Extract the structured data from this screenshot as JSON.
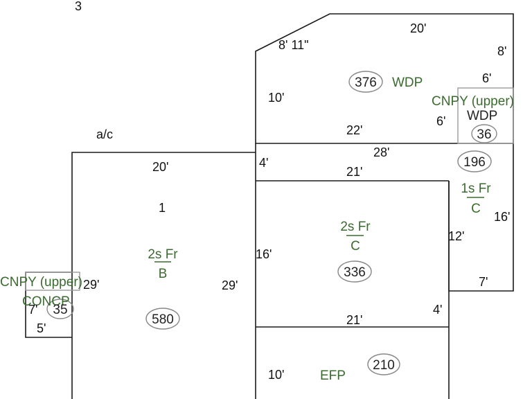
{
  "page_label": "3",
  "ac_label": "a/c",
  "areas": {
    "wdp_main": {
      "label": "WDP",
      "area": "376"
    },
    "wdp_small": {
      "label": "WDP",
      "area": "36"
    },
    "strip": {
      "area": "196"
    },
    "sec_b": {
      "label_top": "2s Fr",
      "label_bottom": "B",
      "number": "1",
      "area": "580"
    },
    "sec_c_center": {
      "label_top": "2s Fr",
      "label_bottom": "C",
      "area": "336"
    },
    "sec_c_right": {
      "label_top": "1s Fr",
      "label_bottom": "C"
    },
    "efp": {
      "label": "EFP",
      "area": "210"
    },
    "concp": {
      "label": "CONCP",
      "area": "35"
    }
  },
  "canopies": {
    "right": "CNPY (upper)",
    "left": "CNPY (upper)"
  },
  "dimensions": {
    "wdp_top": "20'",
    "wdp_chamfer": "8' 11\"",
    "wdp_right": "8'",
    "wdp_left": "10'",
    "wdp_bottom": "22'",
    "wdp_small_top": "6'",
    "wdp_small_left": "6'",
    "strip_top": "28'",
    "strip_left": "4'",
    "strip_bottom": "21'",
    "b_top": "20'",
    "b_left": "29'",
    "b_right": "29'",
    "c_left": "16'",
    "c_right": "12'",
    "c_bottom": "21'",
    "c_step": "4'",
    "right_side": "16'",
    "right_bottom": "7'",
    "efp_left": "10'",
    "concp_left": "7'",
    "concp_bottom": "5'"
  }
}
